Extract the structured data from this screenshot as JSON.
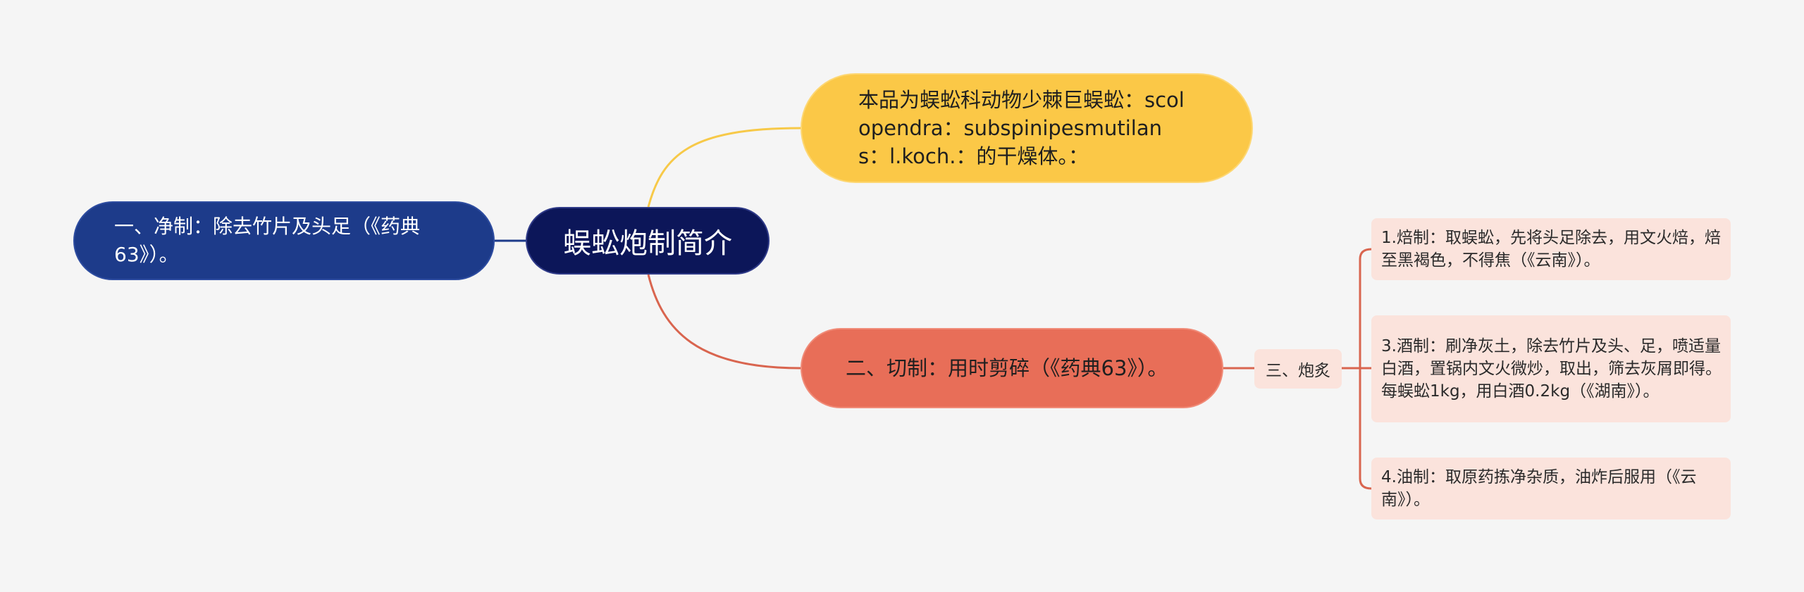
{
  "root": {
    "label": "蜈蚣炮制简介"
  },
  "left_branch": {
    "label": "一、净制：除去竹片及头足（《药典63》）。"
  },
  "right_top": {
    "label": "本品为蜈蚣科动物少棘巨蜈蚣：scolopendra：subspinipesmutilans：l.koch.：的干燥体。："
  },
  "right_bottom": {
    "label": "二、切制：用时剪碎（《药典63》）。"
  },
  "sub_branch": {
    "label": "三、炮炙"
  },
  "leaves": [
    {
      "label": "1.焙制：取蜈蚣，先将头足除去，用文火焙，焙至黑褐色，不得焦（《云南》）。"
    },
    {
      "label": "3.酒制：刷净灰土，除去竹片及头、足，喷适量白酒，置锅内文火微炒，取出，筛去灰屑即得。每蜈蚣1kg，用白酒0.2kg（《湖南》）。"
    },
    {
      "label": "4.油制：取原药拣净杂质，油炸后服用（《云南》）。"
    }
  ],
  "colors": {
    "background": "#f5f5f5",
    "root": "#0c1659",
    "left_branch": "#1d3b8a",
    "right_top": "#fbc847",
    "right_bottom": "#e86e58",
    "leaf": "#fbe3dc",
    "link_yellow": "#f7c948",
    "link_orange": "#d9654f",
    "link_blue": "#1d3b8a"
  }
}
